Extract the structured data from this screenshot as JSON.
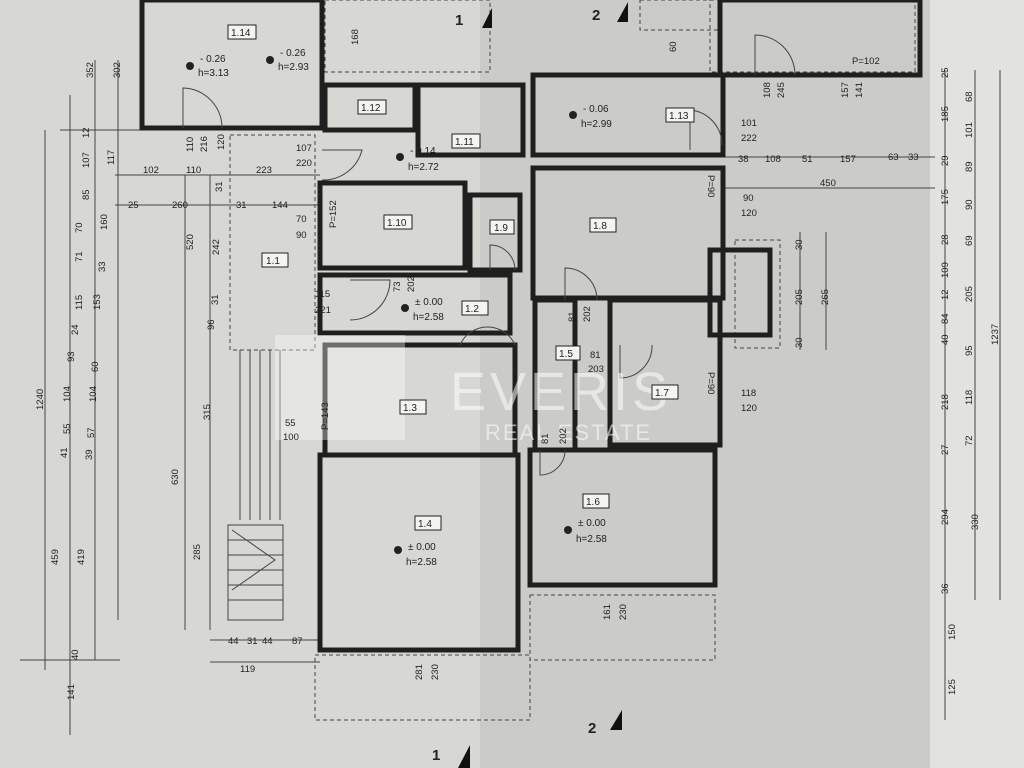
{
  "watermark": {
    "brand": "EVERIS",
    "tagline": "REAL ESTATE"
  },
  "section_markers": [
    {
      "id": "m1-top",
      "label": "1"
    },
    {
      "id": "m2-top",
      "label": "2"
    },
    {
      "id": "m2-bottom",
      "label": "2"
    },
    {
      "id": "m1-bottom",
      "label": "1"
    }
  ],
  "rooms": [
    {
      "id": "1.14",
      "label": "1.14"
    },
    {
      "id": "1.12",
      "label": "1.12"
    },
    {
      "id": "1.11",
      "label": "1.11"
    },
    {
      "id": "1.13",
      "label": "1.13"
    },
    {
      "id": "1.10",
      "label": "1.10"
    },
    {
      "id": "1.9",
      "label": "1.9"
    },
    {
      "id": "1.8",
      "label": "1.8"
    },
    {
      "id": "1.1",
      "label": "1.1"
    },
    {
      "id": "1.2",
      "label": "1.2"
    },
    {
      "id": "1.3",
      "label": "1.3"
    },
    {
      "id": "1.5",
      "label": "1.5"
    },
    {
      "id": "1.7",
      "label": "1.7"
    },
    {
      "id": "1.4",
      "label": "1.4"
    },
    {
      "id": "1.6",
      "label": "1.6"
    }
  ],
  "levels": [
    {
      "id": "lv1",
      "elev": "- 0.26",
      "height": "h=3.13"
    },
    {
      "id": "lv2",
      "elev": "- 0.26",
      "height": "h=2.93"
    },
    {
      "id": "lv3",
      "elev": "- 0.14",
      "height": "h=2.72"
    },
    {
      "id": "lv4",
      "elev": "- 0.06",
      "height": "h=2.99"
    },
    {
      "id": "lv5",
      "elev": "± 0.00",
      "height": "h=2.58"
    },
    {
      "id": "lv6",
      "elev": "± 0.00",
      "height": "h=2.58"
    },
    {
      "id": "lv7",
      "elev": "± 0.00",
      "height": "h=2.58"
    }
  ],
  "openings": [
    {
      "id": "o1",
      "top": "110",
      "bottom": "216"
    },
    {
      "id": "o2",
      "top": "107",
      "bottom": "220"
    },
    {
      "id": "o3",
      "top": "70",
      "bottom": "90"
    },
    {
      "id": "o4",
      "top": "115",
      "bottom": "221"
    },
    {
      "id": "o5",
      "top": "101",
      "bottom": "222"
    },
    {
      "id": "o6",
      "top": "90",
      "bottom": "120"
    },
    {
      "id": "o7",
      "top": "118",
      "bottom": "120"
    },
    {
      "id": "o8",
      "top": "157",
      "bottom": "141"
    },
    {
      "id": "o9",
      "top": "108",
      "bottom": "245"
    },
    {
      "id": "o10",
      "top": "55",
      "bottom": "100"
    }
  ],
  "parapets": [
    {
      "id": "p1",
      "text": "P=102"
    },
    {
      "id": "p2",
      "text": "P=152"
    },
    {
      "id": "p3",
      "text": "P=143"
    },
    {
      "id": "p4",
      "text": "P=90"
    },
    {
      "id": "p5",
      "text": "P=90"
    }
  ],
  "dimensions": {
    "left_chain_a": [
      "352",
      "107",
      "85",
      "70",
      "71",
      "115",
      "24",
      "93",
      "104",
      "55",
      "41",
      "459",
      "40",
      "141"
    ],
    "left_chain_b": [
      "302",
      "117",
      "160",
      "33",
      "153",
      "60",
      "104",
      "57",
      "39",
      "419"
    ],
    "left_total": "1240",
    "inner_vertical": [
      "520",
      "242",
      "96",
      "315",
      "630",
      "285"
    ],
    "horizontal": [
      "102",
      "110",
      "223",
      "25",
      "260",
      "31",
      "144",
      "31",
      "31",
      "44",
      "31",
      "44",
      "87",
      "119",
      "120",
      "168",
      "60",
      "12"
    ],
    "door_stacks": [
      "73",
      "202",
      "81",
      "202",
      "81",
      "203",
      "81",
      "202",
      "281",
      "230",
      "161",
      "230"
    ],
    "right_horizontal": [
      "38",
      "108",
      "51",
      "157",
      "63",
      "33",
      "450"
    ],
    "right_vertical_inner": [
      "30",
      "205",
      "265",
      "30"
    ],
    "right_chain_a": [
      "25",
      "185",
      "29",
      "175",
      "28",
      "109",
      "12",
      "84",
      "40",
      "218",
      "27",
      "294",
      "36",
      "150",
      "125"
    ],
    "right_chain_b": [
      "68",
      "101",
      "89",
      "90",
      "69",
      "205",
      "95",
      "118",
      "72",
      "330"
    ],
    "right_total": "1237"
  }
}
